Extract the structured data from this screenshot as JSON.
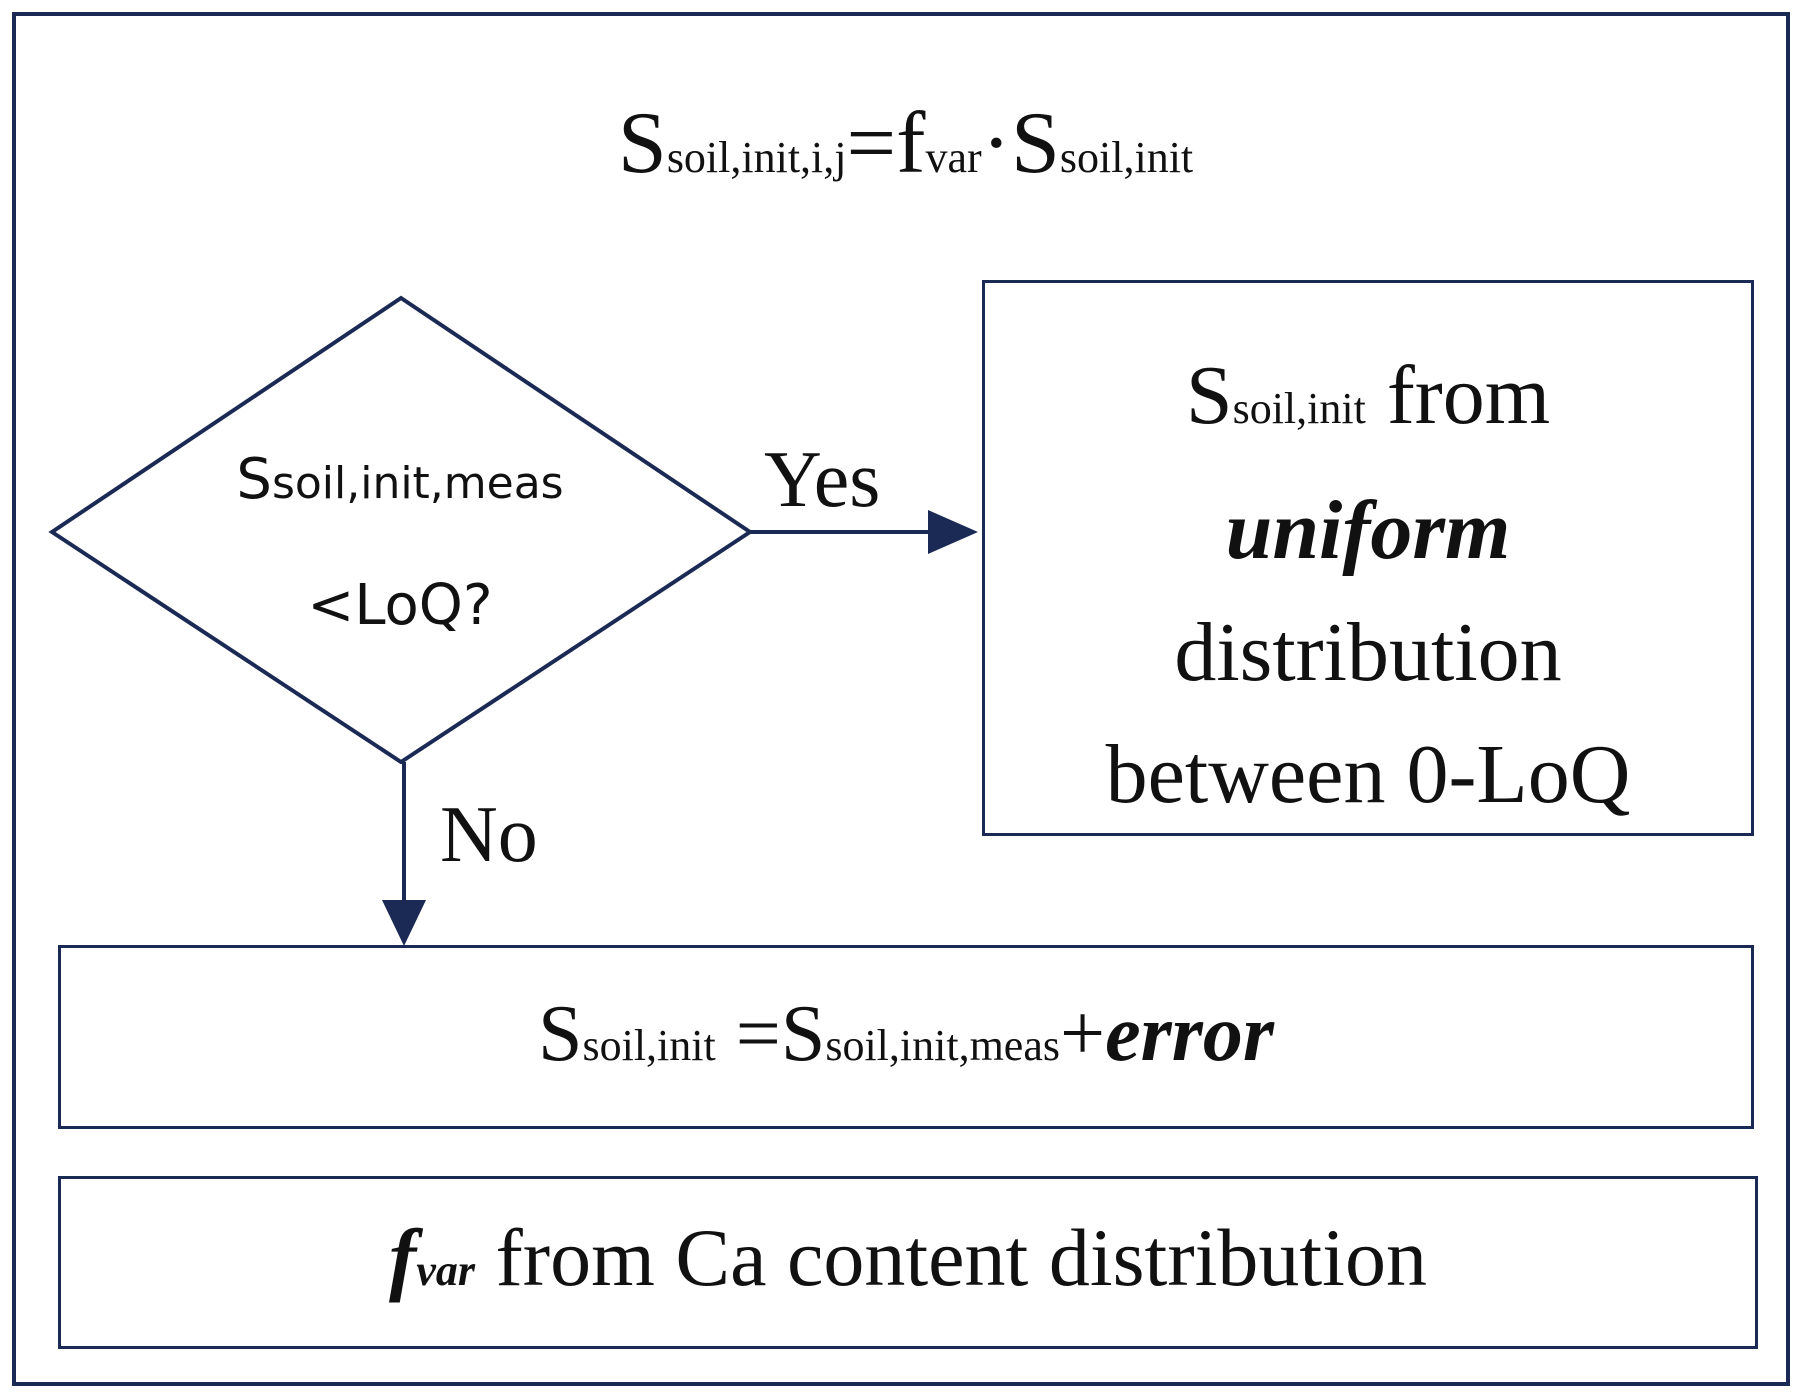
{
  "formula": {
    "lhs": "S",
    "lhs_sub": "soil,init,i,j",
    "eq": "=f",
    "f_sub": "var",
    "dot": "·S",
    "rhs_sub": "soil,init"
  },
  "decision": {
    "s": "S",
    "s_sub": "soil,init,meas",
    "question": "<LoQ?"
  },
  "branch_yes_label": "Yes",
  "branch_no_label": "No",
  "uniform_box": {
    "s": "S",
    "s_sub": "soil,init",
    "from": " from",
    "uniform": "uniform",
    "distribution": "distribution",
    "between": "between 0-LoQ"
  },
  "error_box": {
    "s1": "S",
    "s1_sub": "soil,init",
    "eq": " =S",
    "s2_sub": "soil,init,meas",
    "plus": "+",
    "error": "error"
  },
  "fvar_box": {
    "f": "f",
    "f_sub": "var",
    "rest": " from Ca content distribution"
  },
  "colors": {
    "stroke": "#1b2a55",
    "text": "#111111"
  }
}
